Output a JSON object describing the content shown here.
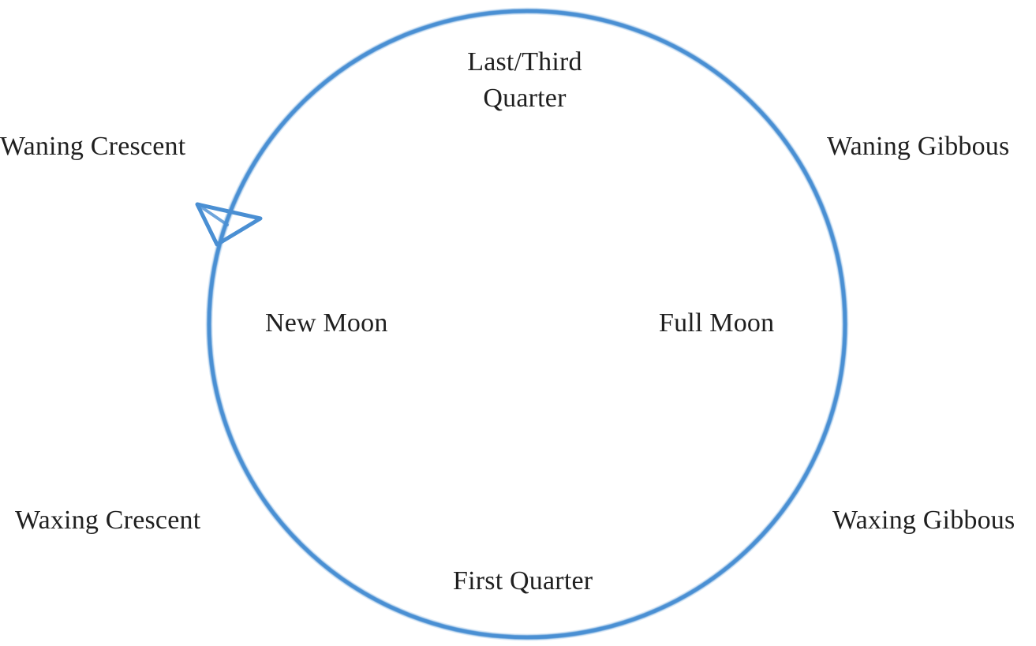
{
  "diagram": {
    "stroke_color": "#4a8fd3",
    "labels": {
      "last_quarter": {
        "line1": "Last/Third",
        "line2": "Quarter"
      },
      "waning_crescent": "Waning Crescent",
      "waning_gibbous": "Waning Gibbous",
      "new_moon": "New Moon",
      "full_moon": "Full Moon",
      "waxing_crescent": "Waxing Crescent",
      "waxing_gibbous": "Waxing Gibbous",
      "first_quarter": "First Quarter"
    },
    "icons": {
      "cycle": "circular-arrow-icon",
      "arrowhead": "arrowhead-icon"
    }
  }
}
